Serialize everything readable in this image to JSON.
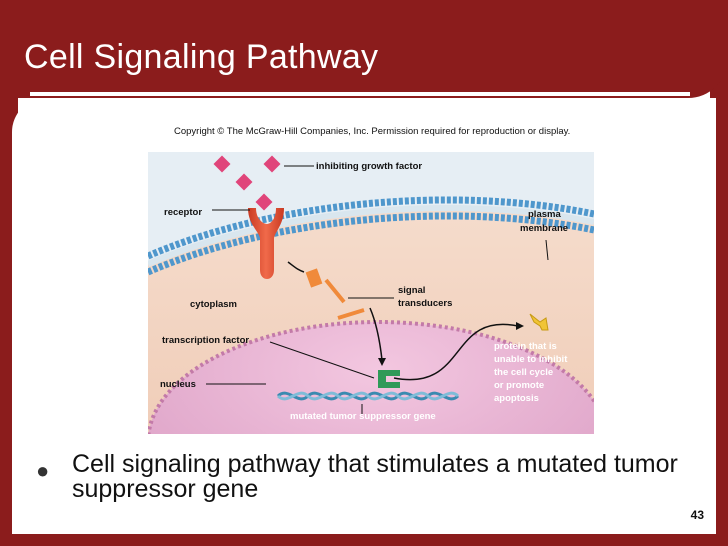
{
  "slide": {
    "title": "Cell Signaling Pathway",
    "copyright": "Copyright © The McGraw-Hill Companies, Inc. Permission required for reproduction or display.",
    "bullet": "Cell signaling pathway that stimulates a mutated tumor suppressor gene",
    "page_number": "43"
  },
  "diagram": {
    "labels": {
      "inhibiting_growth_factor": "inhibiting growth factor",
      "receptor": "receptor",
      "plasma_membrane_1": "plasma",
      "plasma_membrane_2": "membrane",
      "cytoplasm": "cytoplasm",
      "signal_transducers_1": "signal",
      "signal_transducers_2": "transducers",
      "transcription_factor": "transcription factor",
      "nucleus": "nucleus",
      "protein_1": "protein that is",
      "protein_2": "unable to inhibit",
      "protein_3": "the cell cycle",
      "protein_4": "or promote",
      "protein_5": "apoptosis",
      "mutated_gene": "mutated tumor suppressor gene"
    },
    "colors": {
      "frame": "#8b1c1c",
      "growth_factor": "#e0457a",
      "receptor": "#e2513a",
      "transducer": "#f08a3a",
      "transcription_factor": "#2f9a58",
      "protein": "#f0c436",
      "membrane": "#5aa6d8",
      "nucleus": "#e9b6d6",
      "cytoplasm": "#f3d6c4"
    }
  }
}
